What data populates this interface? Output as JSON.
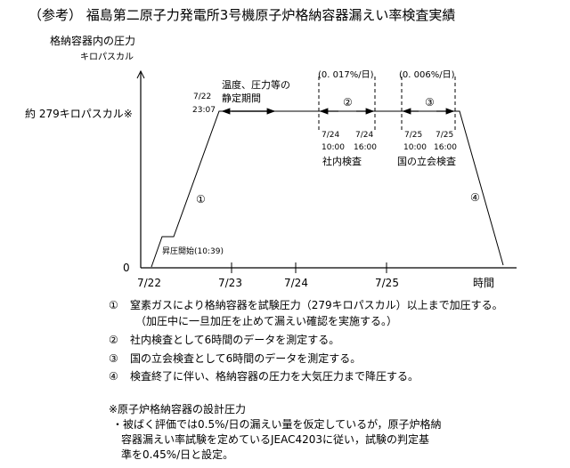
{
  "title": "（参考） 福島第二原子力発電所3号機原子炉格納容器漏えい率検査実績",
  "y_axis": {
    "label": "格納容器内の圧力",
    "unit": "キロパスカル",
    "level_label": "約 279キロパスカル※",
    "zero": "0"
  },
  "x_axis": {
    "ticks": [
      "7/22",
      "7/23",
      "7/24",
      "7/25"
    ],
    "label": "時間"
  },
  "annotations": {
    "start": "昇圧開始(10:39)",
    "plateau_date": "7/22",
    "plateau_time": "23:07",
    "stabilize_1": "温度、圧力等の",
    "stabilize_2": "静定期間",
    "rate_2": "(0. 017%/日)",
    "rate_3": "(0. 006%/日)",
    "mark_1": "①",
    "mark_2": "②",
    "mark_3": "③",
    "mark_4": "④",
    "in_house": {
      "start_date": "7/24",
      "start_time": "10:00",
      "end_date": "7/24",
      "end_time": "16:00",
      "label": "社内検査"
    },
    "national": {
      "start_date": "7/25",
      "start_time": "10:00",
      "end_date": "7/25",
      "end_time": "16:00",
      "label": "国の立会検査"
    }
  },
  "notes": [
    {
      "mark": "①",
      "text": "窒素ガスにより格納容器を試験圧力（279キロパスカル）以上まで加圧する。",
      "sub": "（加圧中に一旦加圧を止めて漏えい確認を実施する。）"
    },
    {
      "mark": "②",
      "text": "社内検査として6時間のデータを測定する。"
    },
    {
      "mark": "③",
      "text": "国の立会検査として6時間のデータを測定する。"
    },
    {
      "mark": "④",
      "text": "検査終了に伴い、格納容器の圧力を大気圧力まで降圧する。"
    }
  ],
  "footnote": {
    "heading": "※原子炉格納容器の設計圧力",
    "lines": [
      "・被ばく評価では0.5%/日の漏えい量を仮定しているが，原子炉格納",
      "容器漏えい率試験を定めているJEAC4203に従い，試験の判定基",
      "準を0.45%/日と設定。"
    ]
  }
}
